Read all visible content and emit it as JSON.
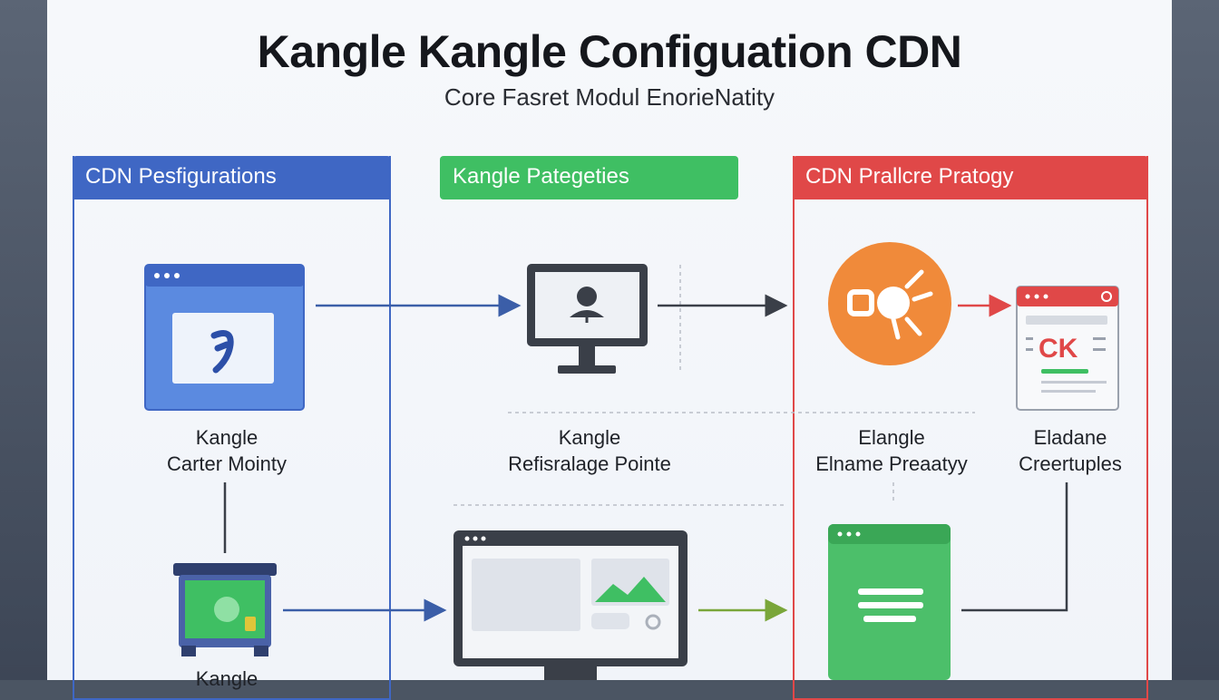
{
  "title": "Kangle Kangle Configuation CDN",
  "subtitle": "Core Fasret Modul EnorieNatity",
  "columns": [
    {
      "header": "CDN Pesfigurations",
      "color": "#3f67c4"
    },
    {
      "header": "Kangle Pategeties",
      "color": "#3fbf63"
    },
    {
      "header": "CDN Prallcre Pratogy",
      "color": "#e04848"
    }
  ],
  "nodes": {
    "node1": {
      "line1": "Kangle",
      "line2": "Carter Mointy"
    },
    "node2": {
      "line1": "Kangle",
      "line2": "Refisralage Pointe"
    },
    "node3": {
      "line1": "Elangle",
      "line2": "Elname Preaatyy"
    },
    "node4": {
      "line1": "Eladane",
      "line2": "Creertuples"
    },
    "node5": {
      "line1": "Kangle"
    },
    "node4_badge": "CK"
  },
  "colors": {
    "blue": "#3f67c4",
    "green": "#3fbf63",
    "red": "#e04848",
    "orange": "#f08a3a",
    "dark": "#3a3f48"
  }
}
